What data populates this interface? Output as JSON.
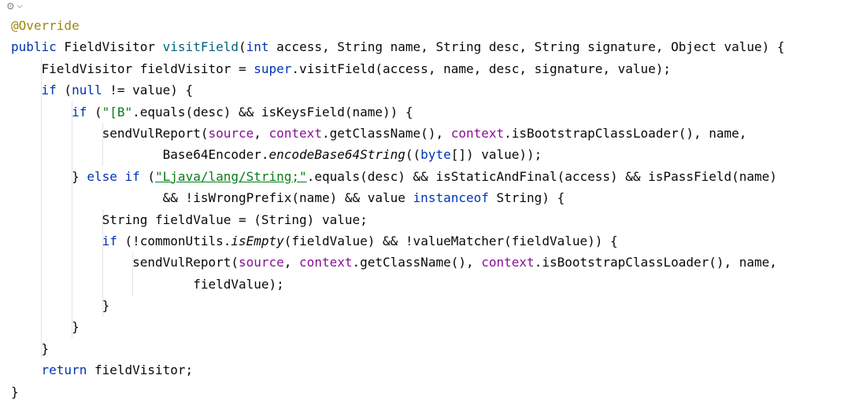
{
  "editor": {
    "background": "#ffffff",
    "icon": {
      "name": "gear-icon",
      "gear_glyph": "⚙"
    },
    "token_colors": {
      "keyword": "#0033b3",
      "annotation": "#9e880d",
      "string": "#067d17",
      "method_declaration": "#00627a",
      "field": "#871094",
      "plain": "#080808"
    },
    "lines": [
      {
        "indent": 0,
        "tokens": [
          {
            "t": "@Override",
            "c": "ann"
          }
        ]
      },
      {
        "indent": 0,
        "tokens": [
          {
            "t": "public",
            "c": "kw"
          },
          {
            "t": " FieldVisitor "
          },
          {
            "t": "visitField",
            "c": "dec"
          },
          {
            "t": "("
          },
          {
            "t": "int",
            "c": "kw"
          },
          {
            "t": " access, String name, String desc, String signature, Object value) {"
          }
        ]
      },
      {
        "indent": 4,
        "tokens": [
          {
            "t": "FieldVisitor fieldVisitor = "
          },
          {
            "t": "super",
            "c": "kw"
          },
          {
            "t": ".visitField(access, name, desc, signature, value);"
          }
        ]
      },
      {
        "indent": 4,
        "tokens": [
          {
            "t": "if",
            "c": "kw"
          },
          {
            "t": " ("
          },
          {
            "t": "null",
            "c": "kw"
          },
          {
            "t": " != value) {"
          }
        ]
      },
      {
        "indent": 8,
        "tokens": [
          {
            "t": "if",
            "c": "kw"
          },
          {
            "t": " ("
          },
          {
            "t": "\"[B\"",
            "c": "str"
          },
          {
            "t": ".equals(desc) && isKeysField(name)) {"
          }
        ]
      },
      {
        "indent": 12,
        "tokens": [
          {
            "t": "sendVulReport("
          },
          {
            "t": "source",
            "c": "fld"
          },
          {
            "t": ", "
          },
          {
            "t": "context",
            "c": "fld"
          },
          {
            "t": ".getClassName(), "
          },
          {
            "t": "context",
            "c": "fld"
          },
          {
            "t": ".isBootstrapClassLoader(), name,"
          }
        ]
      },
      {
        "indent": 20,
        "tokens": [
          {
            "t": "Base64Encoder."
          },
          {
            "t": "encodeBase64String",
            "c": "stat"
          },
          {
            "t": "(("
          },
          {
            "t": "byte",
            "c": "kw"
          },
          {
            "t": "[]) value));"
          }
        ]
      },
      {
        "indent": 8,
        "tokens": [
          {
            "t": "} "
          },
          {
            "t": "else",
            "c": "kw"
          },
          {
            "t": " "
          },
          {
            "t": "if",
            "c": "kw"
          },
          {
            "t": " ("
          },
          {
            "t": "\"Ljava/lang/String;\"",
            "c": "stru"
          },
          {
            "t": ".equals(desc) && isStaticAndFinal(access) && isPassField(name)"
          }
        ]
      },
      {
        "indent": 20,
        "tokens": [
          {
            "t": "&& !isWrongPrefix(name) && value "
          },
          {
            "t": "instanceof",
            "c": "kw"
          },
          {
            "t": " String) {"
          }
        ]
      },
      {
        "indent": 12,
        "tokens": [
          {
            "t": "String fieldValue = (String) value;"
          }
        ]
      },
      {
        "indent": 12,
        "tokens": [
          {
            "t": "if",
            "c": "kw"
          },
          {
            "t": " (!commonUtils."
          },
          {
            "t": "isEmpty",
            "c": "stat"
          },
          {
            "t": "(fieldValue) && !valueMatcher(fieldValue)) {"
          }
        ]
      },
      {
        "indent": 16,
        "tokens": [
          {
            "t": "sendVulReport("
          },
          {
            "t": "source",
            "c": "fld"
          },
          {
            "t": ", "
          },
          {
            "t": "context",
            "c": "fld"
          },
          {
            "t": ".getClassName(), "
          },
          {
            "t": "context",
            "c": "fld"
          },
          {
            "t": ".isBootstrapClassLoader(), name,"
          }
        ]
      },
      {
        "indent": 24,
        "tokens": [
          {
            "t": "fieldValue);"
          }
        ]
      },
      {
        "indent": 12,
        "tokens": [
          {
            "t": "}"
          }
        ]
      },
      {
        "indent": 8,
        "tokens": [
          {
            "t": "}"
          }
        ]
      },
      {
        "indent": 4,
        "tokens": [
          {
            "t": "}"
          }
        ]
      },
      {
        "indent": 4,
        "tokens": [
          {
            "t": "return",
            "c": "kw"
          },
          {
            "t": " fieldVisitor;"
          }
        ]
      },
      {
        "indent": 0,
        "tokens": [
          {
            "t": "}"
          }
        ]
      }
    ]
  }
}
